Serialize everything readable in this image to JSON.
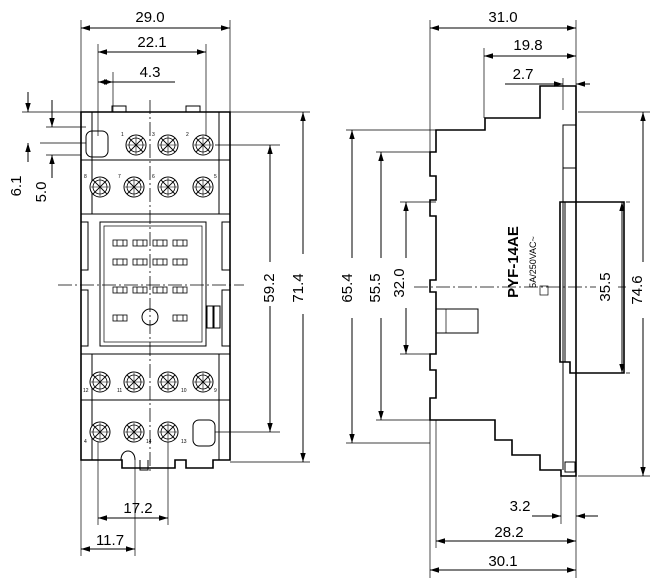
{
  "front_view": {
    "dims": {
      "width_total": "29.0",
      "width_outer_pins": "22.1",
      "pin_offset": "4.3",
      "top_offset_a": "6.1",
      "top_offset_b": "5.0",
      "pitch_inner": "59.2",
      "height_total": "71.4",
      "bottom_pin_span": "17.2",
      "bottom_offset": "11.7"
    },
    "terminals": {
      "row1": [
        "1",
        "3",
        "2"
      ],
      "row2": [
        "8",
        "7",
        "6",
        "5"
      ],
      "row3": [
        "12",
        "11",
        "10",
        "9"
      ],
      "row4": [
        "4",
        "14",
        "13"
      ]
    }
  },
  "side_view": {
    "part_number": "PYF-14AE",
    "rating": "5A/250VAC~",
    "dims": {
      "width_total": "31.0",
      "rail_offset": "19.8",
      "lip_offset": "2.7",
      "height_body": "65.4",
      "height_inner": "55.5",
      "rail_height": "32.0",
      "clip_height": "35.5",
      "height_total": "74.6",
      "base_offset": "3.2",
      "base_width": "28.2",
      "base_total": "30.1"
    }
  }
}
